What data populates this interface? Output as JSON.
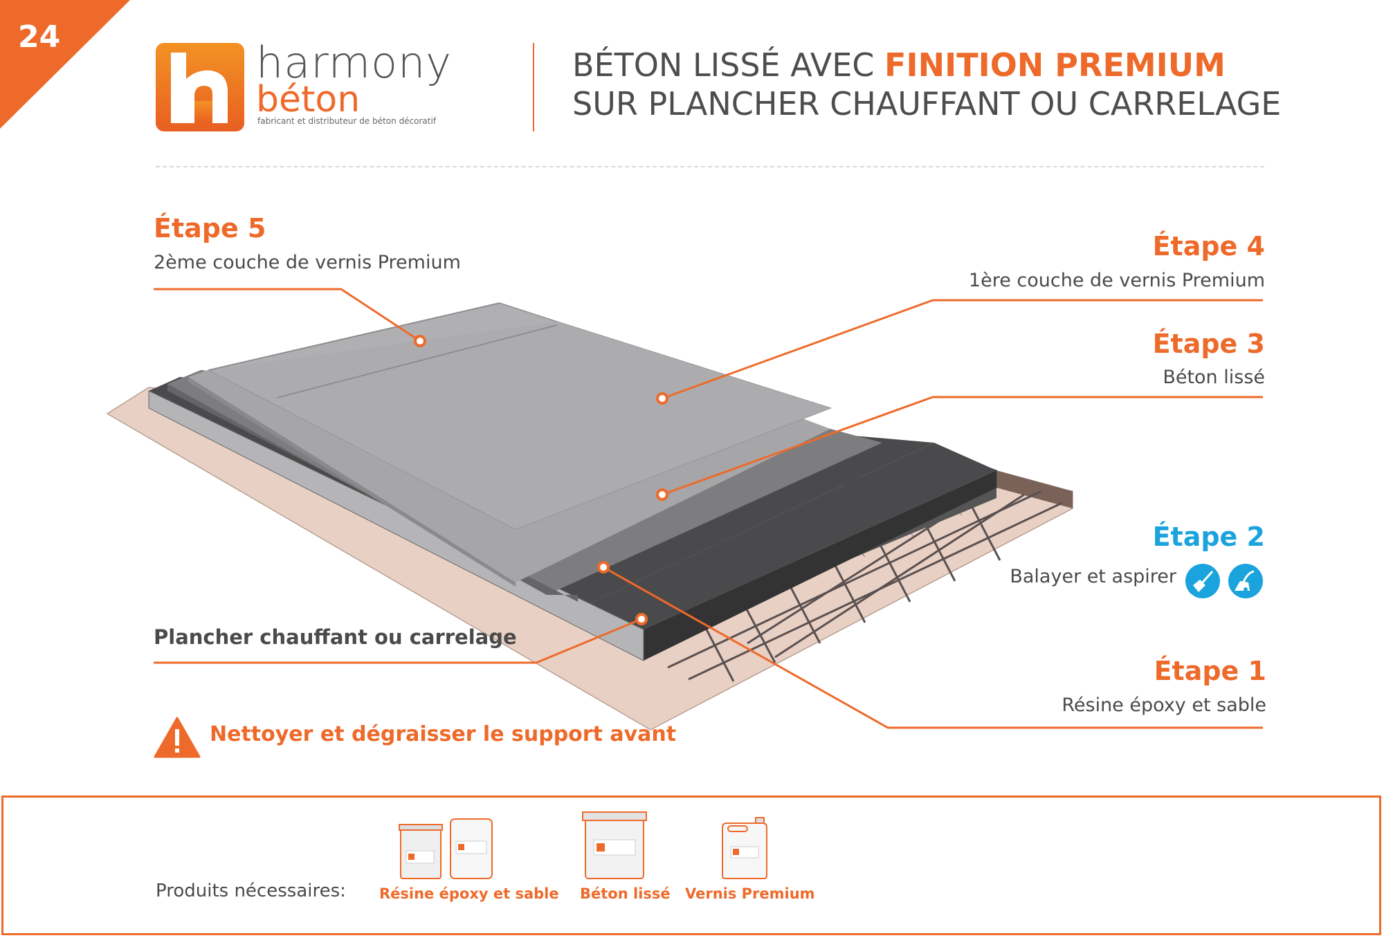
{
  "page_number": "24",
  "brand": {
    "name": "harmony",
    "sub": "béton",
    "tagline": "fabricant et distributeur de béton décoratif"
  },
  "title": {
    "line1_plain": "BÉTON LISSÉ AVEC ",
    "line1_highlight": "FINITION PREMIUM",
    "line2": "SUR PLANCHER CHAUFFANT OU CARRELAGE"
  },
  "steps": {
    "step5": {
      "title": "Étape 5",
      "desc": "2ème couche de vernis Premium"
    },
    "step4": {
      "title": "Étape 4",
      "desc": "1ère couche de vernis Premium"
    },
    "step3": {
      "title": "Étape 3",
      "desc": "Béton lissé"
    },
    "step2": {
      "title": "Étape 2",
      "desc": "Balayer et aspirer",
      "icons": [
        "broom-icon",
        "vacuum-icon"
      ]
    },
    "step1": {
      "title": "Étape 1",
      "desc": "Résine époxy et sable"
    }
  },
  "support_label": "Plancher chauffant ou carrelage",
  "warning": "Nettoyer et dégraisser le support avant",
  "products": {
    "label": "Produits nécessaires:",
    "items": [
      {
        "label": "Résine époxy et sable",
        "icon": "epoxy-bucket-and-sand-bag-icon"
      },
      {
        "label": "Béton lissé",
        "icon": "concrete-bucket-icon"
      },
      {
        "label": "Vernis Premium",
        "icon": "varnish-jerrycan-icon"
      }
    ]
  },
  "colors": {
    "accent": "#ee6a2a",
    "step2_blue": "#1aa3dd",
    "base_support": "#e8d0c4",
    "dark_layer": "#4a4a4c",
    "concrete": "#7d7d7f",
    "varnish_light": "#b0b0b2"
  }
}
